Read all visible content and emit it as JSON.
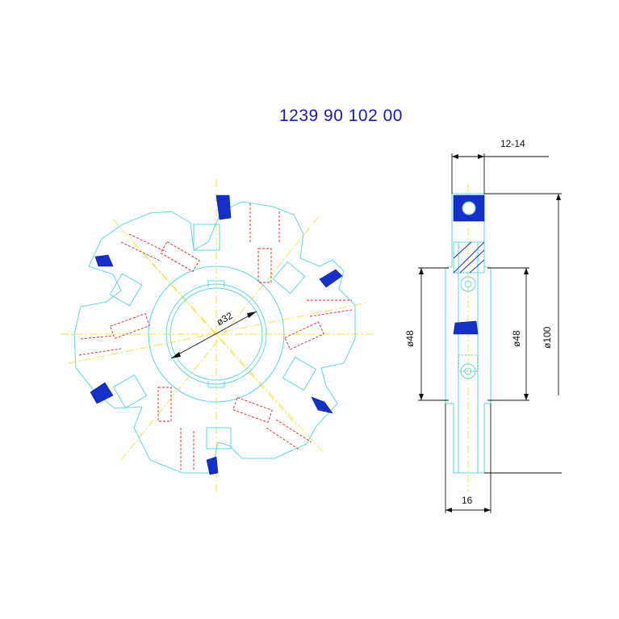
{
  "title": "1239 90 102  00",
  "dimensions": {
    "bore": "ø32",
    "width_range": "12-14",
    "body_left": "ø48",
    "body_right": "ø48",
    "outer": "ø100",
    "hub": "16"
  },
  "colors": {
    "outline": "#5fd6e6",
    "centerline": "#f2e23a",
    "hidden": "#e02020",
    "insert": "#1530c8",
    "title": "#1a1ab0"
  }
}
